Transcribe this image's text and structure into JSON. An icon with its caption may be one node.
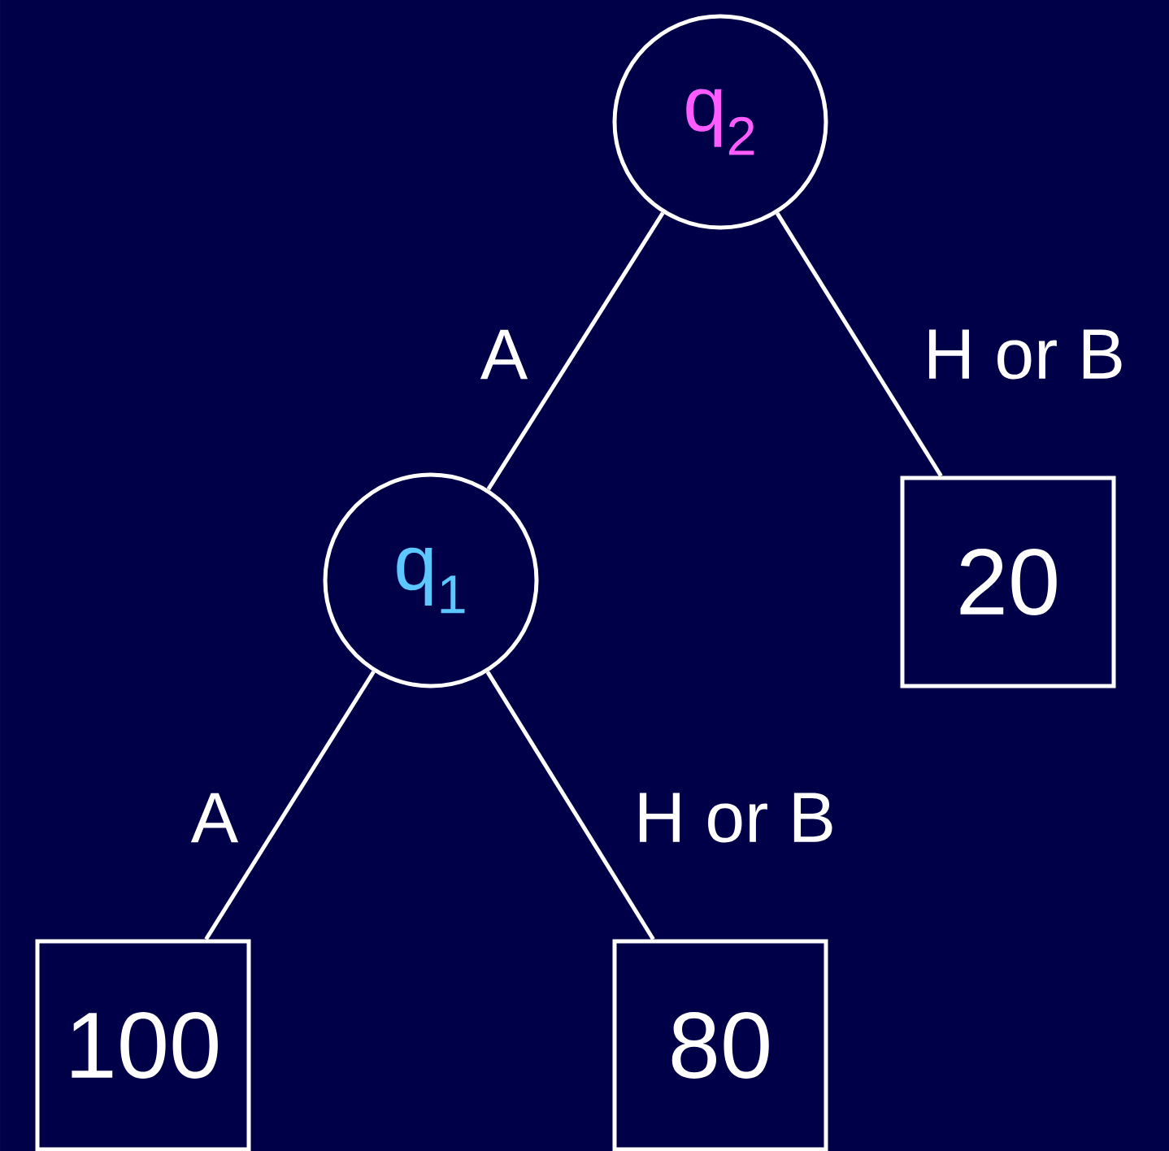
{
  "diagram": {
    "nodes": [
      {
        "text": [
          "q$_{2}$"
        ]
      },
      {
        "text": [
          "q$_{1}$"
        ]
      },
      {
        "text": [
          "20"
        ]
      },
      {
        "text": [
          "100"
        ]
      },
      {
        "text": [
          "80"
        ]
      }
    ],
    "edges": [
      {
        "from": 0,
        "to": 1,
        "arrow": "none",
        "label": "A"
      },
      {
        "from": 0,
        "to": 2,
        "arrow": "none",
        "label": "H or B"
      },
      {
        "from": 1,
        "to": 3,
        "arrow": "none",
        "label": "A"
      },
      {
        "from": 1,
        "to": 4,
        "arrow": "none",
        "label": "H or B"
      }
    ]
  }
}
